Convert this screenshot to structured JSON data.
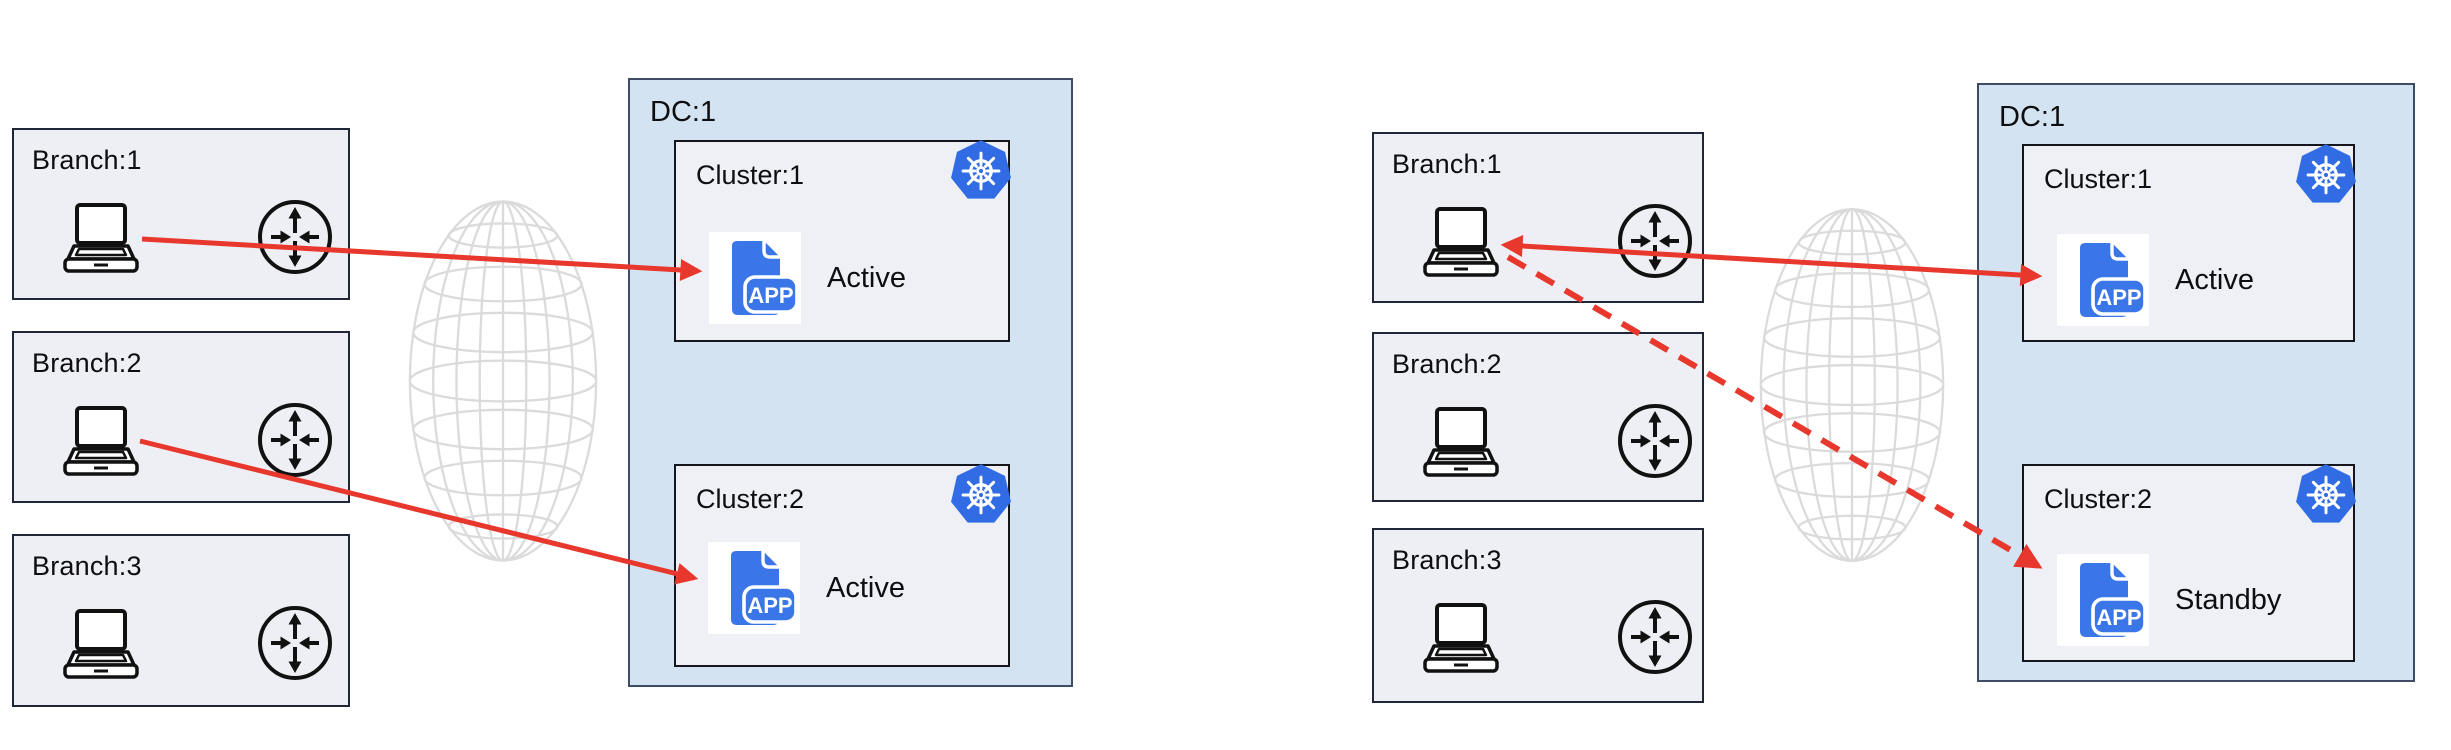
{
  "app_icon": {
    "badge_text": "APP"
  },
  "colors": {
    "arrow_red": "#E8382D",
    "kubernetes_blue": "#326CE5",
    "app_blue": "#3B76E9",
    "dc_fill": "#D4E3F2",
    "branch_fill": "#EEEFF4",
    "cluster_fill": "#EEF0F6",
    "globe_gray": "#DBDBDB",
    "border_dark": "#1F2636"
  },
  "diagrams": [
    {
      "id": "left-active-active",
      "branches": [
        {
          "label": "Branch:1"
        },
        {
          "label": "Branch:2"
        },
        {
          "label": "Branch:3"
        }
      ],
      "dc": {
        "label": "DC:1",
        "clusters": [
          {
            "label": "Cluster:1",
            "status": "Active"
          },
          {
            "label": "Cluster:2",
            "status": "Active"
          }
        ]
      },
      "connections": [
        {
          "from": "Branch:1",
          "to": "Cluster:1 APP",
          "line": "solid",
          "arrows": "one-way"
        },
        {
          "from": "Branch:2",
          "to": "Cluster:2 APP",
          "line": "solid",
          "arrows": "one-way"
        }
      ]
    },
    {
      "id": "right-active-standby",
      "branches": [
        {
          "label": "Branch:1"
        },
        {
          "label": "Branch:2"
        },
        {
          "label": "Branch:3"
        }
      ],
      "dc": {
        "label": "DC:1",
        "clusters": [
          {
            "label": "Cluster:1",
            "status": "Active"
          },
          {
            "label": "Cluster:2",
            "status": "Standby"
          }
        ]
      },
      "connections": [
        {
          "from": "Branch:1",
          "to": "Cluster:1 APP",
          "line": "solid",
          "arrows": "two-way"
        },
        {
          "from": "Branch:1",
          "to": "Cluster:2 APP",
          "line": "dashed",
          "arrows": "one-way"
        }
      ]
    }
  ],
  "icons": {
    "laptop": "laptop-icon",
    "router": "router-icon",
    "globe": "internet-globe-icon",
    "kubernetes": "kubernetes-icon",
    "app": "app-file-icon"
  }
}
